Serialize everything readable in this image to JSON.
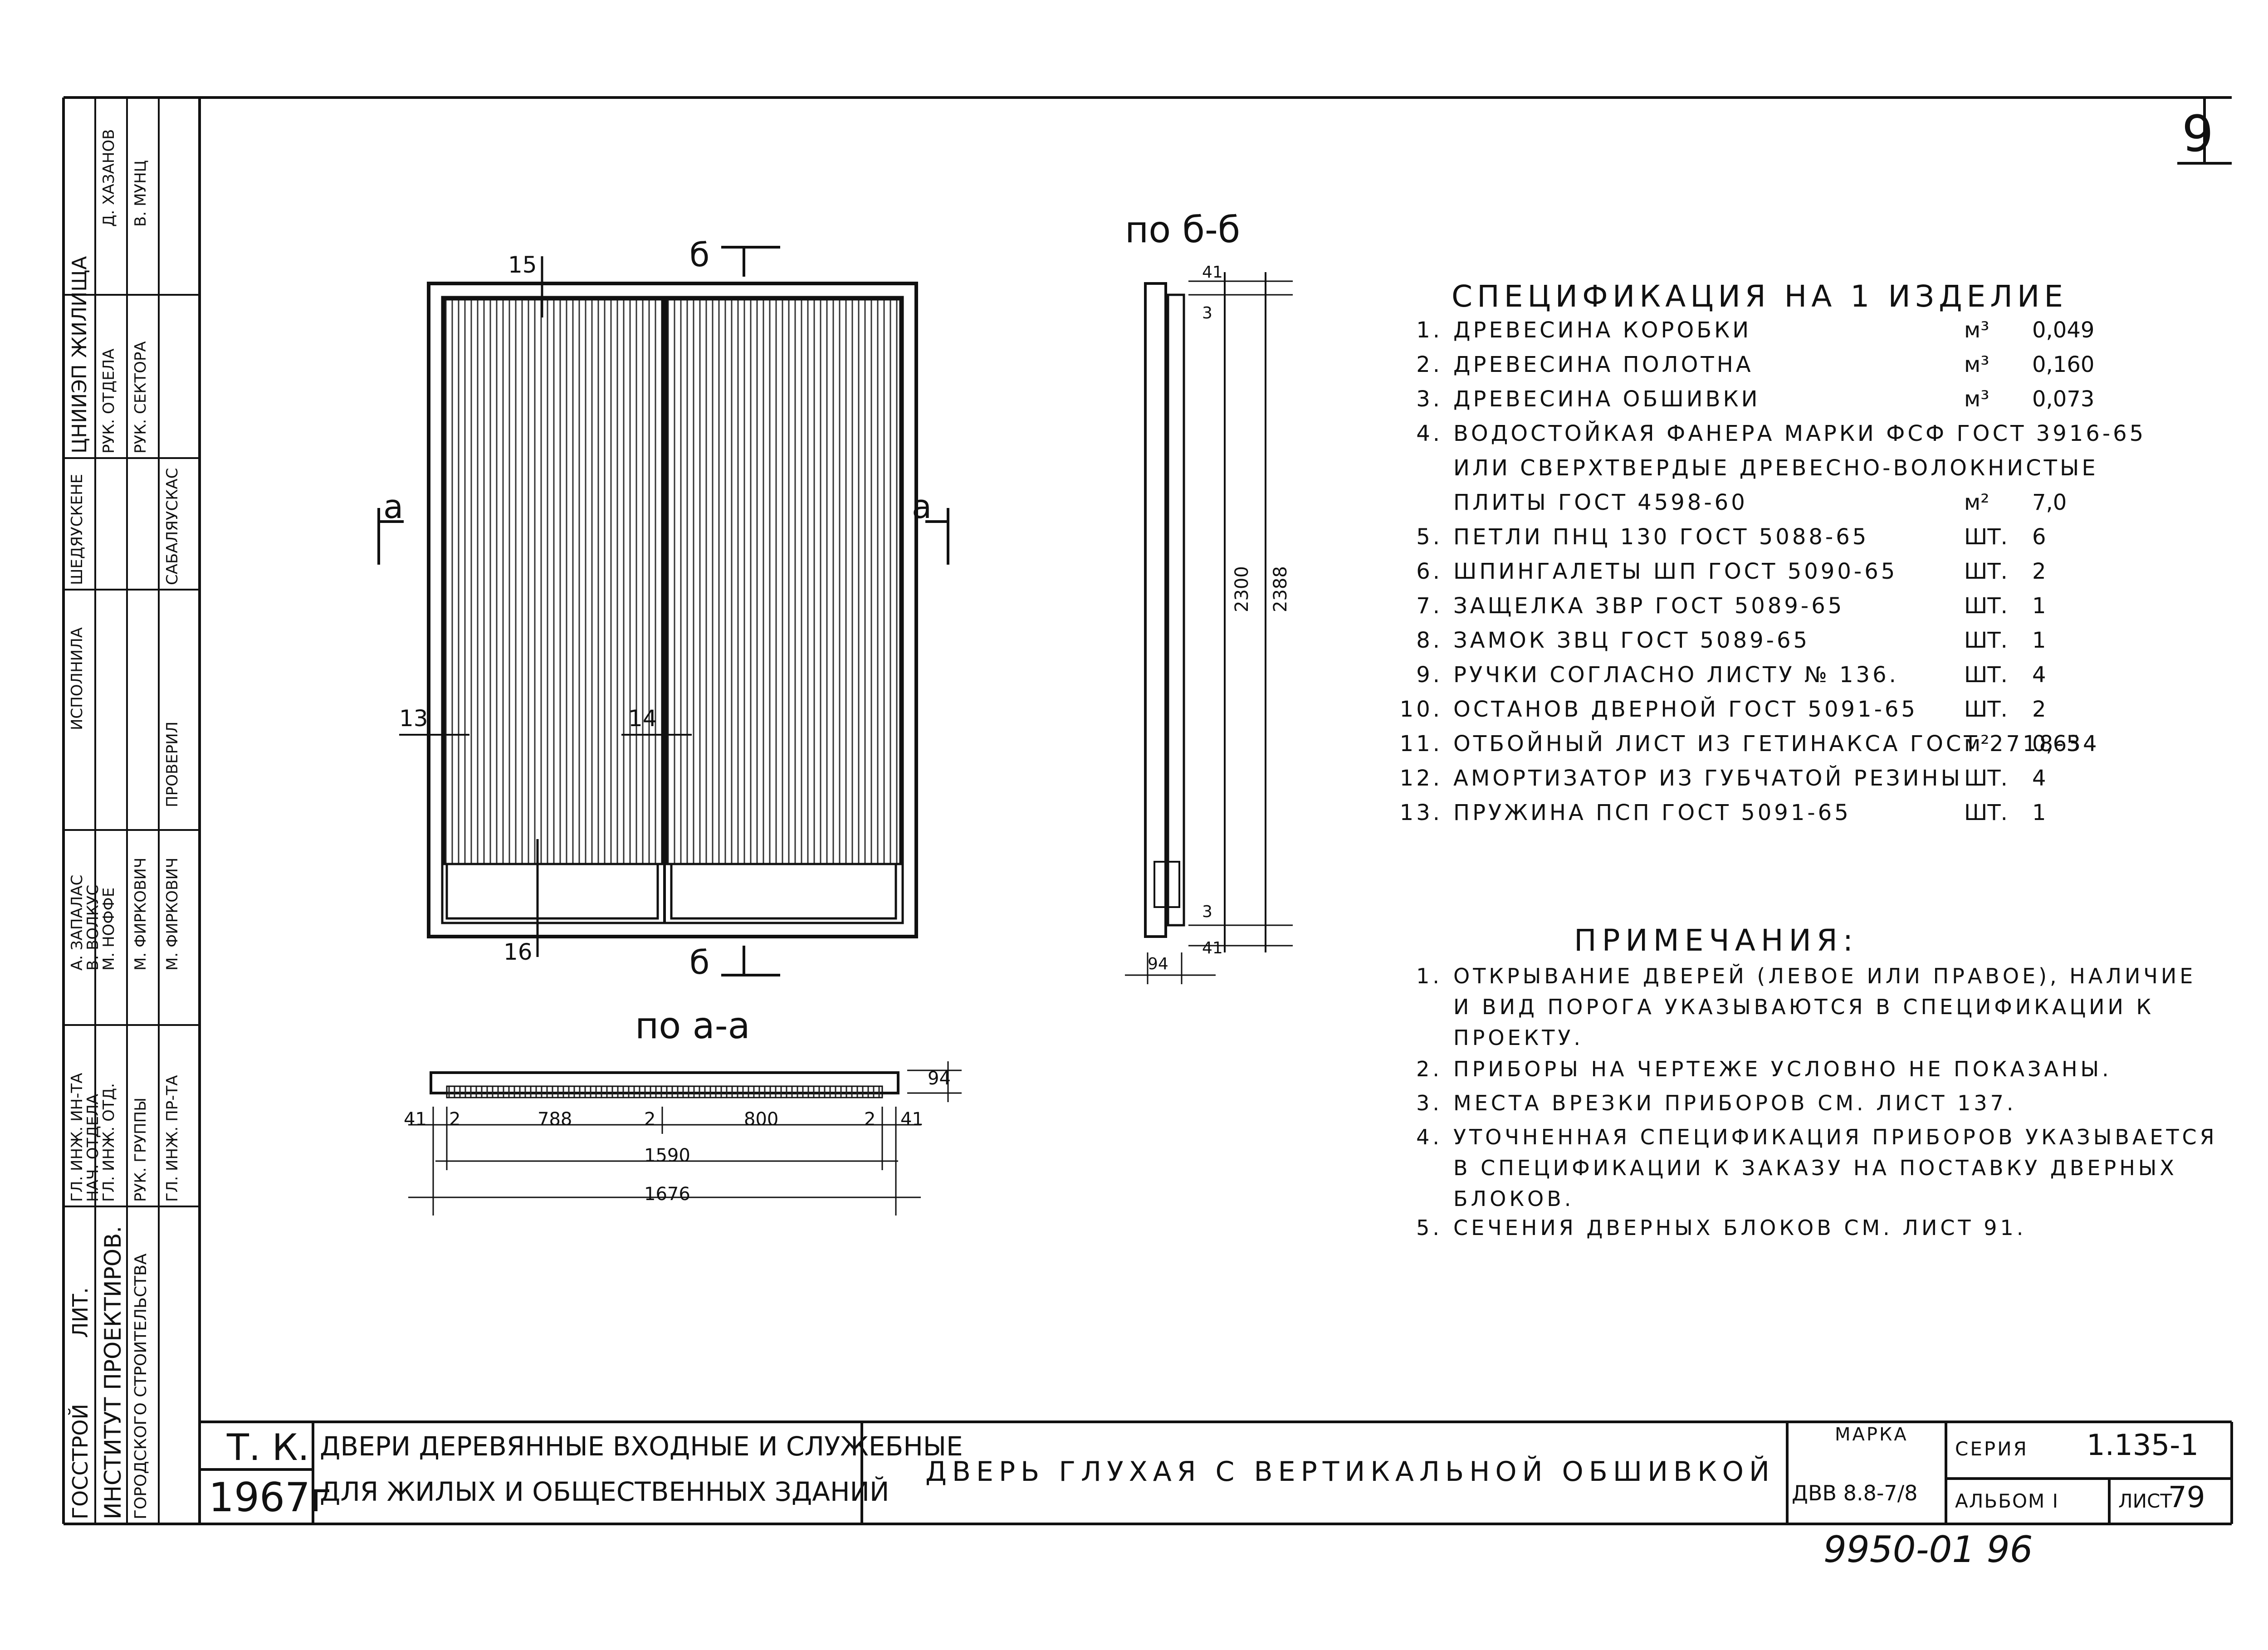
{
  "sheet_number": "9",
  "section_bb": "по б-б",
  "section_aa": "по а-а",
  "cut_marks": {
    "a": "а",
    "b": "б"
  },
  "callouts": [
    "15",
    "13",
    "14",
    "16"
  ],
  "dims_aa": {
    "d41": "41",
    "d2": "2",
    "d788": "788",
    "d800": "800",
    "d94": "94",
    "d1590": "1590",
    "d1676": "1676"
  },
  "dims_bb": {
    "d41": "41",
    "d3": "3",
    "d2300": "2300",
    "d2388": "2388",
    "d94": "94"
  },
  "specification": {
    "title": "СПЕЦИФИКАЦИЯ НА 1 ИЗДЕЛИЕ",
    "items": [
      {
        "num": "1.",
        "text": "ДРЕВЕСИНА КОРОБКИ",
        "unit": "м³",
        "qty": "0,049"
      },
      {
        "num": "2.",
        "text": "ДРЕВЕСИНА ПОЛОТНА",
        "unit": "м³",
        "qty": "0,160"
      },
      {
        "num": "3.",
        "text": "ДРЕВЕСИНА ОБШИВКИ",
        "unit": "м³",
        "qty": "0,073"
      },
      {
        "num": "4.",
        "text": "ВОДОСТОЙКАЯ ФАНЕРА МАРКИ ФСФ ГОСТ 3916-65",
        "unit": "",
        "qty": ""
      },
      {
        "num": "",
        "text": "ИЛИ СВЕРХТВЕРДЫЕ ДРЕВЕСНО-ВОЛОКНИСТЫЕ",
        "unit": "",
        "qty": ""
      },
      {
        "num": "",
        "text": "ПЛИТЫ ГОСТ 4598-60",
        "unit": "м²",
        "qty": "7,0"
      },
      {
        "num": "5.",
        "text": "ПЕТЛИ ПНЦ 130 ГОСТ 5088-65",
        "unit": "ШТ.",
        "qty": "6"
      },
      {
        "num": "6.",
        "text": "ШПИНГАЛЕТЫ ШП ГОСТ 5090-65",
        "unit": "ШТ.",
        "qty": "2"
      },
      {
        "num": "7.",
        "text": "ЗАЩЕЛКА ЗВР ГОСТ 5089-65",
        "unit": "ШТ.",
        "qty": "1"
      },
      {
        "num": "8.",
        "text": "ЗАМОК ЗВЦ ГОСТ 5089-65",
        "unit": "ШТ.",
        "qty": "1"
      },
      {
        "num": "9.",
        "text": "РУЧКИ СОГЛАСНО ЛИСТУ № 136.",
        "unit": "ШТ.",
        "qty": "4"
      },
      {
        "num": "10.",
        "text": "ОСТАНОВ ДВЕРНОЙ ГОСТ 5091-65",
        "unit": "ШТ.",
        "qty": "2"
      },
      {
        "num": "11.",
        "text": "ОТБОЙНЫЙ ЛИСТ ИЗ ГЕТИНАКСА ГОСТ 2718-54",
        "unit": "м²",
        "qty": "0,63"
      },
      {
        "num": "12.",
        "text": "АМОРТИЗАТОР ИЗ ГУБЧАТОЙ РЕЗИНЫ",
        "unit": "ШТ.",
        "qty": "4"
      },
      {
        "num": "13.",
        "text": "ПРУЖИНА ПСП ГОСТ 5091-65",
        "unit": "ШТ.",
        "qty": "1"
      }
    ]
  },
  "notes": {
    "title": "ПРИМЕЧАНИЯ:",
    "items": [
      {
        "num": "1.",
        "lines": [
          "ОТКРЫВАНИЕ ДВЕРЕЙ (ЛЕВОЕ ИЛИ ПРАВОЕ), НАЛИЧИЕ",
          "И ВИД ПОРОГА УКАЗЫВАЮТСЯ В СПЕЦИФИКАЦИИ К",
          "ПРОЕКТУ."
        ]
      },
      {
        "num": "2.",
        "lines": [
          "ПРИБОРЫ НА ЧЕРТЕЖЕ УСЛОВНО НЕ ПОКАЗАНЫ."
        ]
      },
      {
        "num": "3.",
        "lines": [
          "МЕСТА ВРЕЗКИ ПРИБОРОВ СМ. ЛИСТ 137."
        ]
      },
      {
        "num": "4.",
        "lines": [
          "УТОЧНЕННАЯ СПЕЦИФИКАЦИЯ ПРИБОРОВ УКАЗЫВАЕТСЯ",
          "В СПЕЦИФИКАЦИИ К ЗАКАЗУ НА ПОСТАВКУ ДВЕРНЫХ",
          "БЛОКОВ."
        ]
      },
      {
        "num": "5.",
        "lines": [
          "СЕЧЕНИЯ ДВЕРНЫХ БЛОКОВ СМ. ЛИСТ 91."
        ]
      }
    ]
  },
  "title_block": {
    "tk": "Т. К.",
    "year": "1967г",
    "collection_title_1": "ДВЕРИ ДЕРЕВЯННЫЕ ВХОДНЫЕ И СЛУЖЕБНЫЕ",
    "collection_title_2": "ДЛЯ ЖИЛЫХ И ОБЩЕСТВЕННЫХ ЗДАНИЙ",
    "drawing_title": "ДВЕРЬ ГЛУХАЯ С ВЕРТИКАЛЬНОЙ ОБШИВКОЙ",
    "mark_label": "МАРКА",
    "mark_value": "ДВВ 8.8-7/8",
    "series_label": "СЕРИЯ",
    "series_value": "1.135-1",
    "album_label": "АЛЬБОМ I",
    "sheet_label": "ЛИСТ",
    "sheet_value": "79"
  },
  "archive_number": "9950-01 96",
  "side_stamp": {
    "org_1": "ГОССТРОЙ",
    "org_2": "ЛИТ.",
    "org_3": "ИНСТИТУТ ПРОЕКТИРОВ.",
    "org_4": "ГОРОДСКОГО СТРОИТЕЛЬСТВА",
    "roles": [
      "ГЛ. ИНЖ. ИН-ТА",
      "НАЧ. ОТДЕЛА",
      "ГЛ. ИНЖ. ОТД.",
      "РУК. ГРУППЫ",
      "ГЛ. ИНЖ. ПР-ТА"
    ],
    "names": [
      "А. ЗАПАЛАС",
      "В. ВОЛКУС",
      "М. НОФФЕ",
      "М. ФИРКОВИЧ",
      "М. ФИРКОВИЧ"
    ],
    "checked": "ПРОВЕРИЛ",
    "org_right": "ЦНИИЭП ЖИЛИЩА",
    "roles_right": [
      "РУК. ОТДЕЛА",
      "РУК. СЕКТОРА"
    ],
    "names_right": [
      "Д. ХАЗАНОВ",
      "В. МУНЦ"
    ],
    "person_1": "ШЕДЯУСКЕНЕ",
    "person_2": "САБАЛЯУСКАС",
    "made": "ИСПОЛНИЛА"
  }
}
